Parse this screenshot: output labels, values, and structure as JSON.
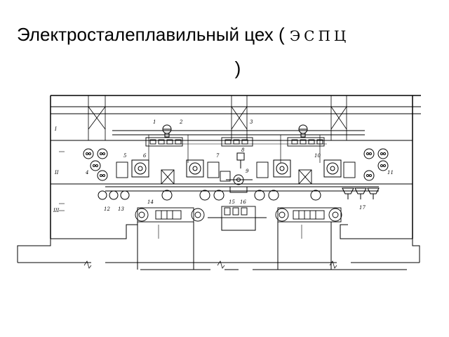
{
  "slide": {
    "title_main": "Электросталеплавильный цех",
    "title_paren_open": "(",
    "title_abbr": "ЭСПЦ",
    "title_paren_close": ")"
  },
  "plan": {
    "bay_labels": [
      "I",
      "II",
      "III"
    ],
    "callouts": [
      "1",
      "2",
      "3",
      "4",
      "5",
      "6",
      "7",
      "8",
      "9",
      "10",
      "11",
      "12",
      "13",
      "14",
      "15",
      "16",
      "17"
    ]
  }
}
